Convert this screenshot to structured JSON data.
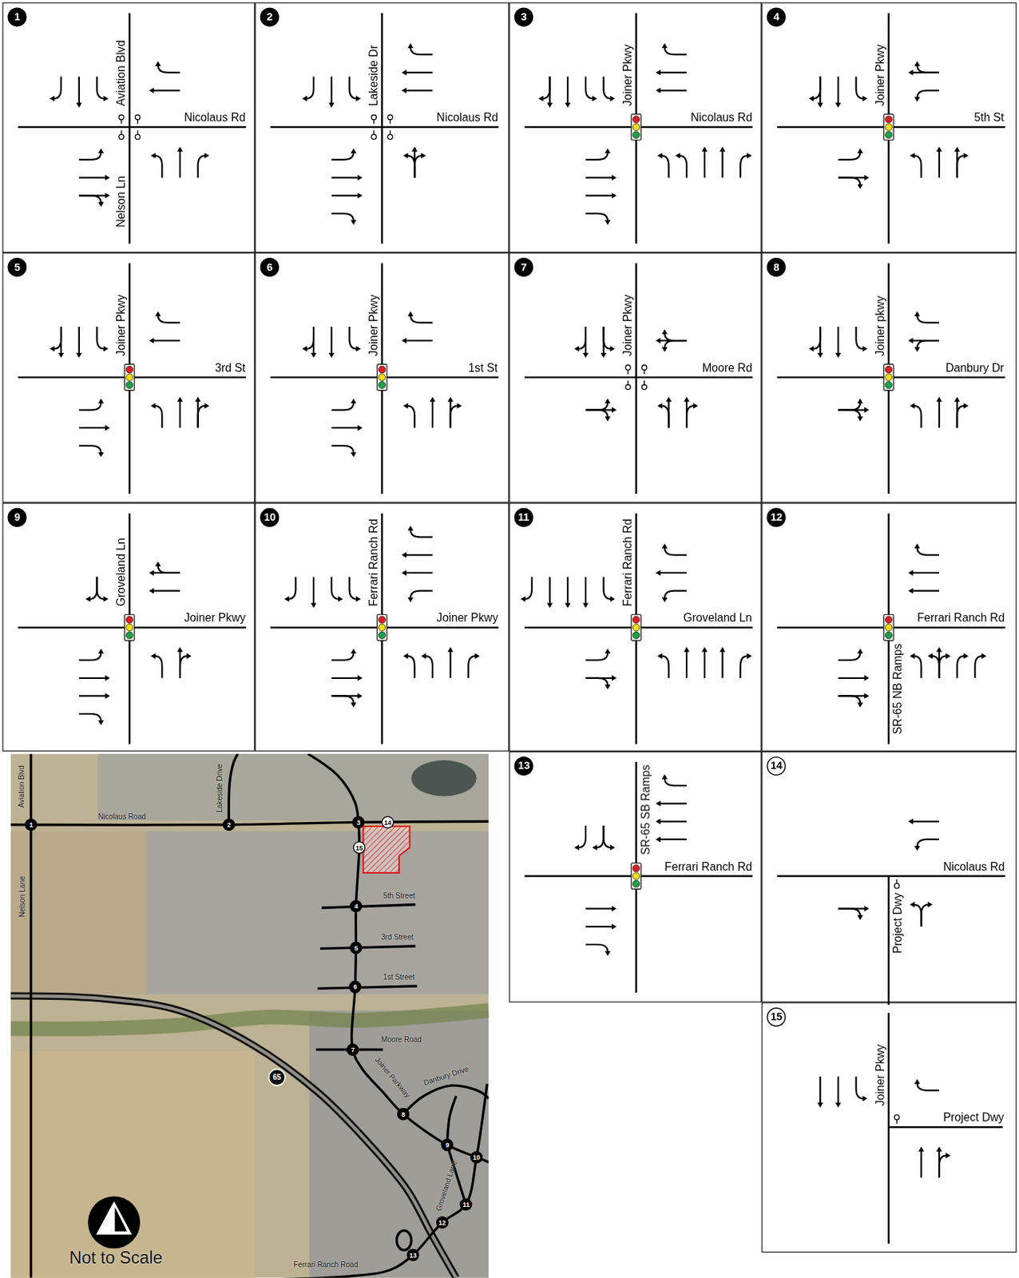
{
  "diagram": {
    "nodes": [
      {
        "text": [
          "1",
          "Aviation Blvd",
          "Nicolaus Rd",
          "Nelson Ln"
        ]
      },
      {
        "text": [
          "2",
          "Lakeside Dr",
          "Nicolaus Rd"
        ]
      },
      {
        "text": [
          "3",
          "Joiner Pkwy",
          "Nicolaus Rd"
        ]
      },
      {
        "text": [
          "4",
          "Joiner Pkwy",
          "5th St"
        ]
      },
      {
        "text": [
          "5",
          "Joiner Pkwy",
          "3rd St"
        ]
      },
      {
        "text": [
          "6",
          "Joiner Pkwy",
          "1st St"
        ]
      },
      {
        "text": [
          "7",
          "Joiner Pkwy",
          "Moore Rd"
        ]
      },
      {
        "text": [
          "8",
          "Joiner pkwy",
          "Danbury Dr"
        ]
      },
      {
        "text": [
          "9",
          "Groveland Ln",
          "Joiner Pkwy"
        ]
      },
      {
        "text": [
          "10",
          "Ferrari Ranch Rd",
          "Joiner Pkwy"
        ]
      },
      {
        "text": [
          "11",
          "Ferrari Ranch Rd",
          "Groveland Ln"
        ]
      },
      {
        "text": [
          "12",
          "Ferrari Ranch Rd",
          "SR-65 NB Ramps"
        ]
      },
      {
        "text": [
          "13",
          "SR-65 SB Ramps",
          "Ferrari Ranch Rd"
        ]
      },
      {
        "text": [
          "14",
          "Nicolaus Rd",
          "Project Dwy"
        ]
      },
      {
        "text": [
          "15",
          "Joiner Pkwy",
          "Project Dwy"
        ]
      }
    ],
    "labels": [
      "Aviation Blvd",
      "Nicolaus Road",
      "Lakeside Drive",
      "Nelson Lane",
      "5th Street",
      "3rd Street",
      "1st Street",
      "Moore Road",
      "Joiner Parkway",
      "Danbury Drive",
      "Groveland Lane",
      "Ferrari Ranch Road",
      "65",
      "1",
      "2",
      "3",
      "4",
      "5",
      "6",
      "7",
      "8",
      "9",
      "10",
      "11",
      "12",
      "13",
      "14",
      "15",
      "Not to Scale"
    ]
  }
}
